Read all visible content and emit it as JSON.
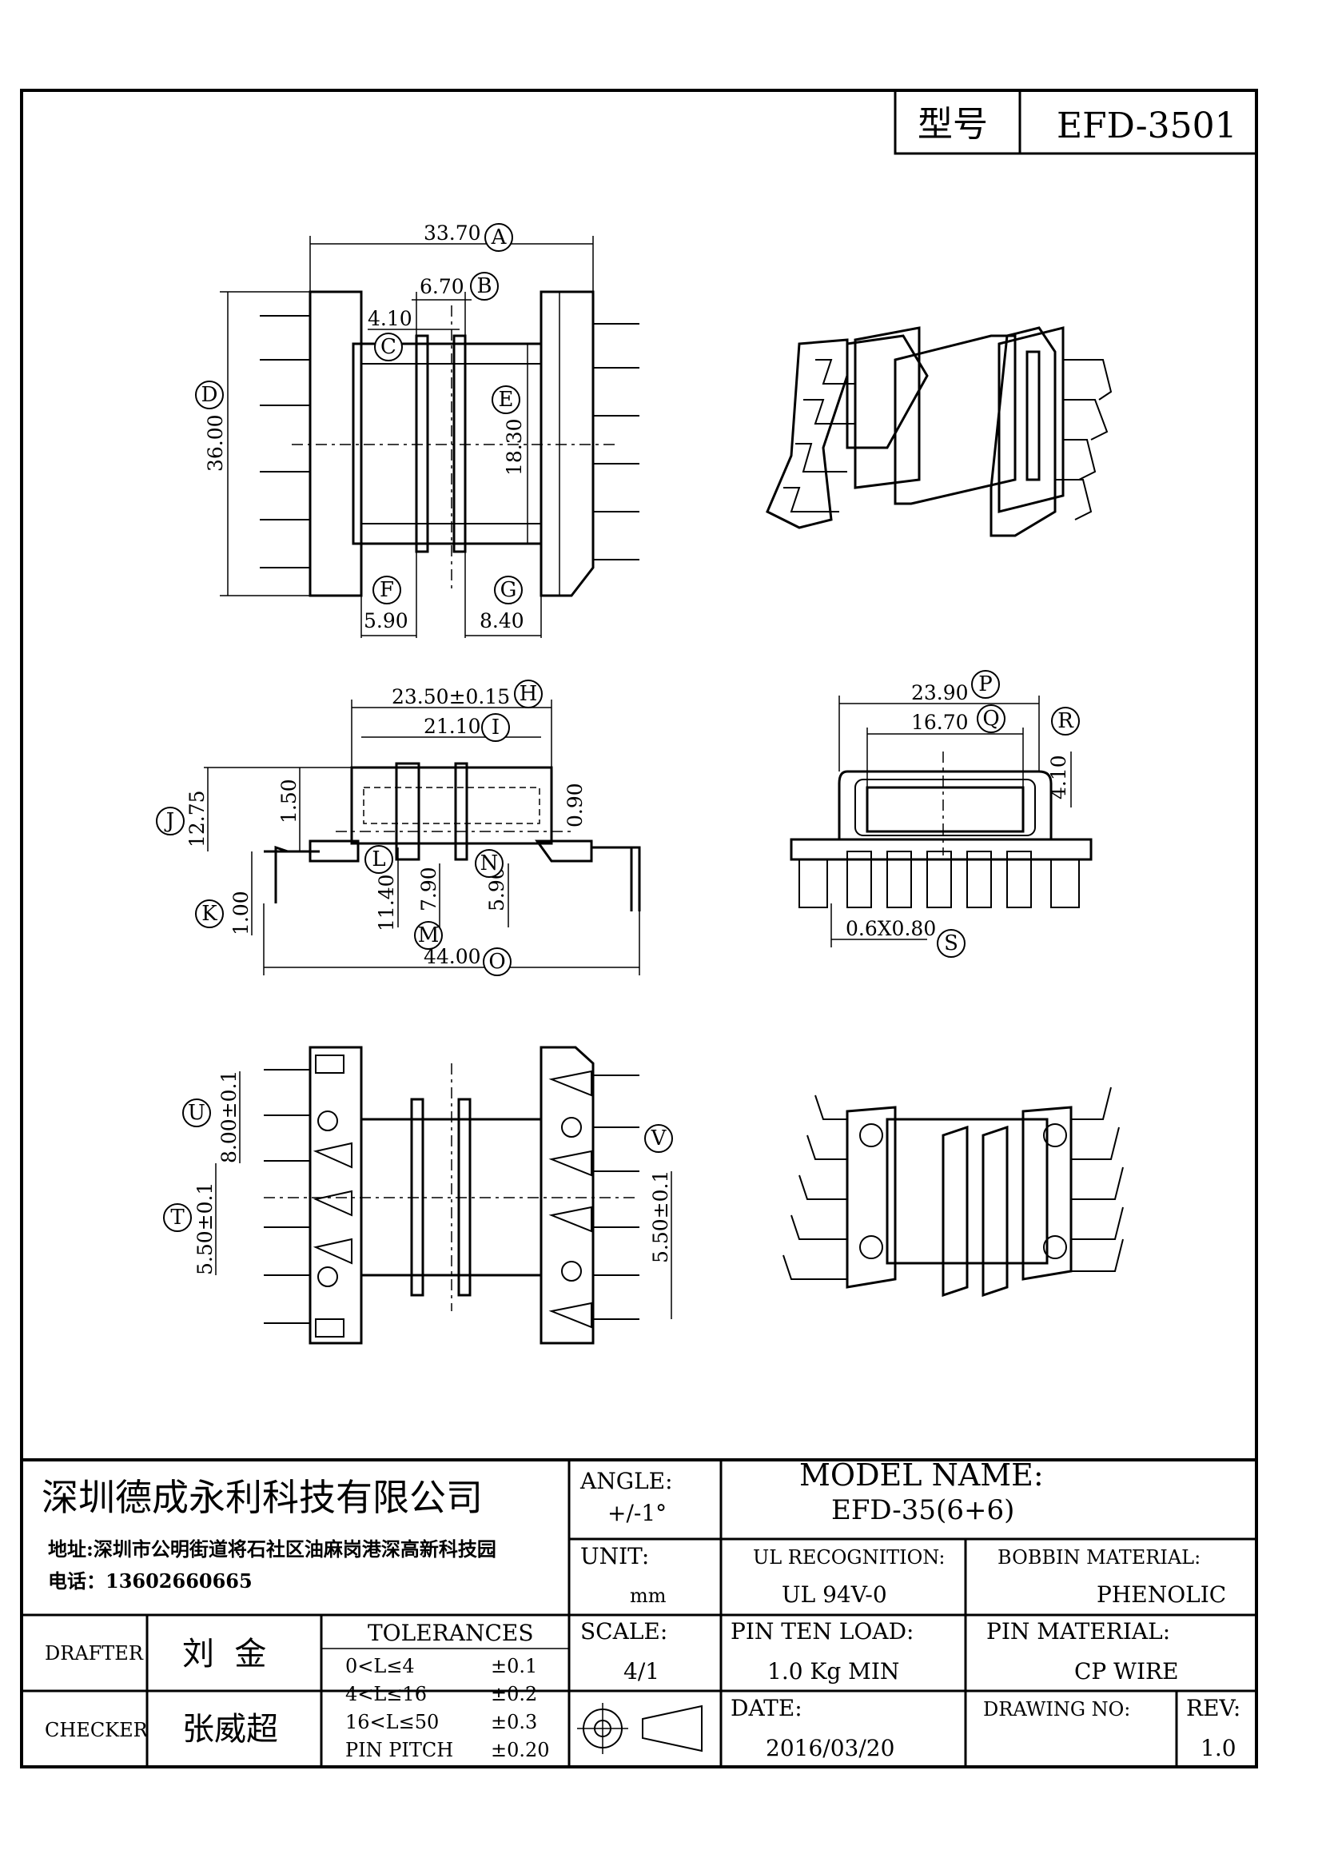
{
  "header": {
    "model_label": "型号",
    "model_value": "EFD-3501"
  },
  "dimensions": {
    "A": "33.70",
    "B": "6.70",
    "C": "4.10",
    "D": "36.00",
    "E": "18.30",
    "F": "5.90",
    "G": "8.40",
    "H": "23.50±0.15",
    "I": "21.10",
    "J": "12.75",
    "J_sub": "1.50",
    "K": "1.00",
    "L": "11.40",
    "M": "7.90",
    "N": "5.90",
    "N_side": "0.90",
    "O": "44.00",
    "P": "23.90",
    "Q": "16.70",
    "R": "4.10",
    "S": "0.6X0.80",
    "T": "5.50±0.1",
    "U": "8.00±0.1",
    "V": "5.50±0.1"
  },
  "bubble_letters": [
    "A",
    "B",
    "C",
    "D",
    "E",
    "F",
    "G",
    "H",
    "I",
    "J",
    "K",
    "L",
    "M",
    "N",
    "O",
    "P",
    "Q",
    "R",
    "S",
    "T",
    "U",
    "V"
  ],
  "title_block": {
    "company": "深圳德成永利科技有限公司",
    "address": "地址:深圳市公明街道将石社区油麻岗港深高新科技园",
    "phone": "电话：13602660665",
    "angle_label": "ANGLE:",
    "angle_value": "+/-1°",
    "model_name_label": "MODEL NAME:",
    "model_name_value": "EFD-35(6+6)",
    "unit_label": "UNIT:",
    "unit_value": "mm",
    "ul_label": "UL RECOGNITION:",
    "ul_value": "UL 94V-0",
    "bobbin_label": "BOBBIN MATERIAL:",
    "bobbin_value": "PHENOLIC",
    "drafter_label": "DRAFTER",
    "drafter_name": "刘  金",
    "checker_label": "CHECKER",
    "checker_name": "张威超",
    "tolerances_label": "TOLERANCES",
    "tolerances": [
      {
        "range": "0<L≤4",
        "value": "±0.1"
      },
      {
        "range": "4<L≤16",
        "value": "±0.2"
      },
      {
        "range": "16<L≤50",
        "value": "±0.3"
      },
      {
        "range": "PIN PITCH",
        "value": "±0.20"
      }
    ],
    "scale_label": "SCALE:",
    "scale_value": "4/1",
    "pin_load_label": "PIN TEN LOAD:",
    "pin_load_value": "1.0 Kg MIN",
    "pin_material_label": "PIN MATERIAL:",
    "pin_material_value": "CP WIRE",
    "date_label": "DATE:",
    "date_value": "2016/03/20",
    "drawing_no_label": "DRAWING NO:",
    "drawing_no_value": "",
    "rev_label": "REV:",
    "rev_value": "1.0"
  }
}
